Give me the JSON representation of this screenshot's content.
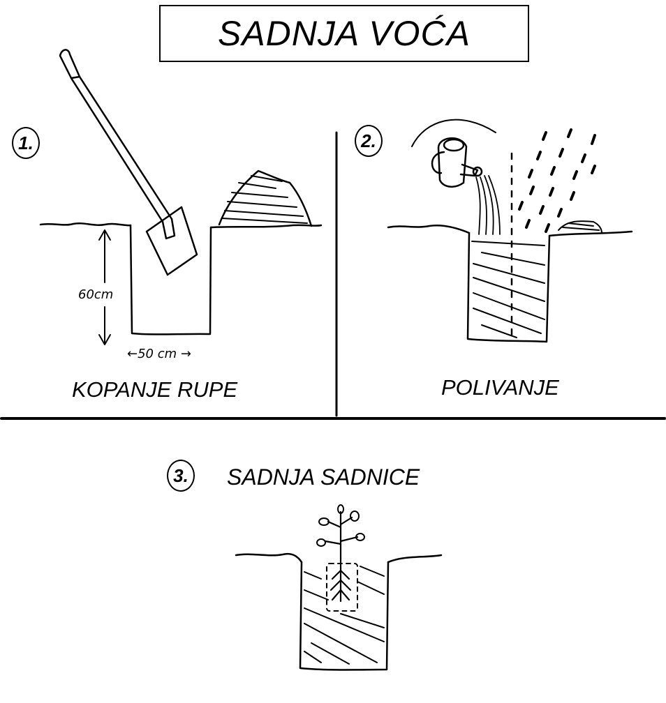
{
  "title": "SADNJA VOĆA",
  "steps": [
    {
      "number": "1.",
      "caption": "KOPANJE RUPE"
    },
    {
      "number": "2.",
      "caption": "POLIVANJE"
    },
    {
      "number": "3.",
      "caption": "SADNJA SADNICE"
    }
  ],
  "dimensions": {
    "depth": "60cm",
    "width": "←50 cm →"
  }
}
